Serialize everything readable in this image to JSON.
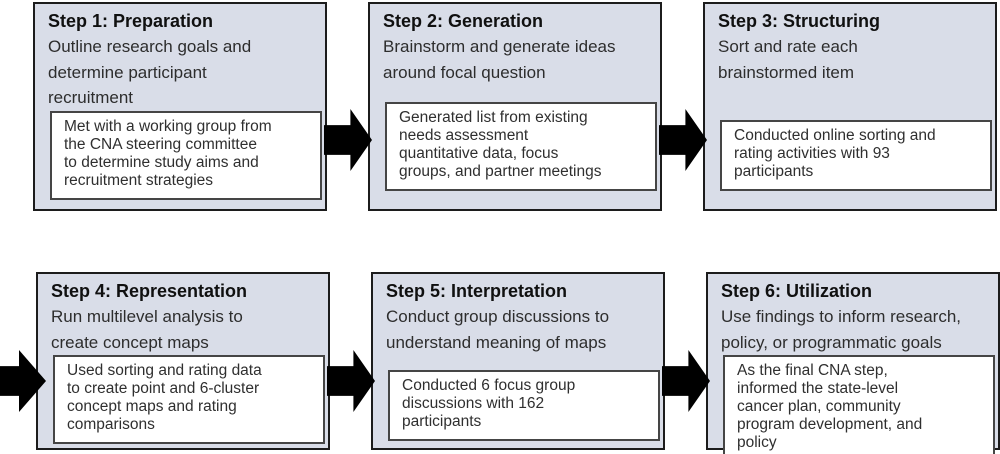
{
  "diagram": {
    "description": "Six-step concept mapping process flow",
    "colors": {
      "box_fill": "#d9dde8",
      "box_border": "#1c1c1c",
      "detail_fill": "#ffffff",
      "detail_border": "#454545",
      "arrow": "#000000",
      "title_text": "#101010",
      "body_text": "#2d2d2d"
    },
    "steps": [
      {
        "title": "Step 1: Preparation",
        "subtitle": "Outline research goals and\ndetermine participant\nrecruitment",
        "detail": "Met with a working group from\nthe CNA steering committee\nto determine study aims and\nrecruitment strategies"
      },
      {
        "title": "Step 2: Generation",
        "subtitle": "Brainstorm and generate ideas\naround focal question",
        "detail": "Generated list from existing\nneeds assessment\nquantitative data, focus\ngroups, and partner meetings"
      },
      {
        "title": "Step 3: Structuring",
        "subtitle": "Sort and rate each\nbrainstormed item",
        "detail": "Conducted online sorting and\nrating activities with 93\nparticipants"
      },
      {
        "title": "Step 4: Representation",
        "subtitle": "Run multilevel analysis to\ncreate concept maps",
        "detail": "Used sorting and rating data\nto create point and 6-cluster\nconcept maps and rating\ncomparisons"
      },
      {
        "title": "Step 5: Interpretation",
        "subtitle": "Conduct group discussions to\nunderstand meaning of maps",
        "detail": "Conducted 6 focus group\ndiscussions with 162\nparticipants"
      },
      {
        "title": "Step 6: Utilization",
        "subtitle": "Use findings to inform research,\npolicy, or programmatic goals",
        "detail": "As the final CNA step,\ninformed the state-level\ncancer plan, community\nprogram development, and\npolicy"
      }
    ]
  }
}
